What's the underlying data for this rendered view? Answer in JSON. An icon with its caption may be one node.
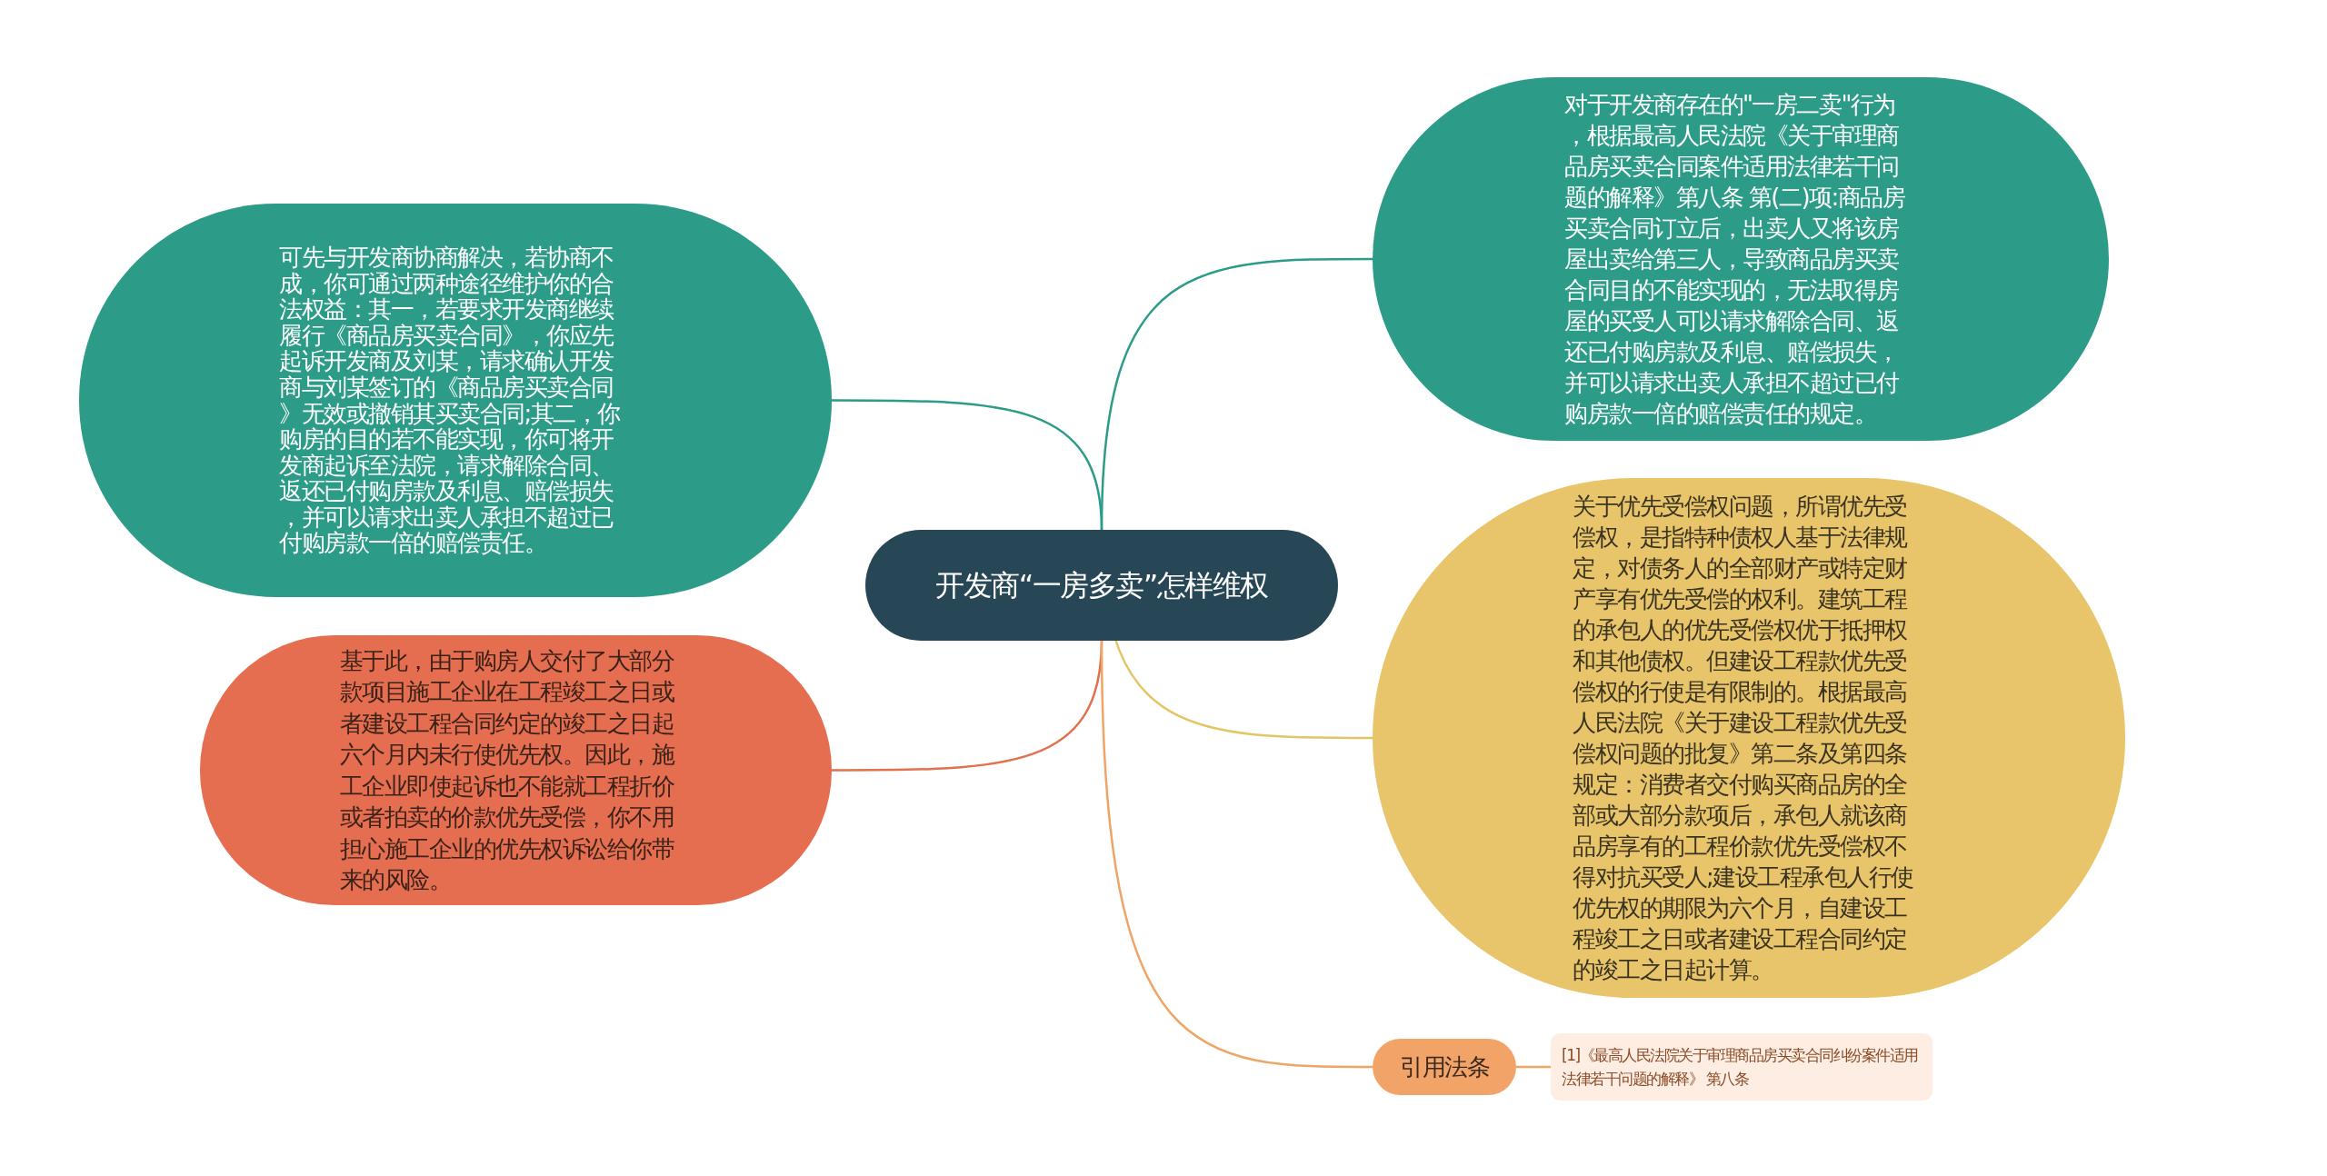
{
  "diagram": {
    "nodes": [
      {
        "text": [
          "开发商“一房多卖”怎样维权"
        ]
      },
      {
        "text": [
          "对于开发商存在的\"一房二卖\"行为，根据最高人民法院《关于审理商品房买卖合同案件适用法律若干问题的解释》第八条 第(二)项:商品房买卖合同订立后，出卖人又将该房屋出卖给第三人，导致商品房买卖合同目的不能实现的，无法取得房屋的买受人可以请求解除合同、返还已付购房款及利息、赔偿损失，并可以请求出卖人承担不超过已付购房款一倍的赔偿责任的规定。"
        ]
      },
      {
        "text": [
          "可先与开发商协商解决，若协商不成，你可通过两种途径维护你的合法权益：其一，若要求开发商继续履行《商品房买卖合同》，你应先起诉开发商及刘某，请求确认开发商与刘某签订的《商品房买卖合同》无效或撤销其买卖合同;其二，你购房的目的若不能实现，你可将开发商起诉至法院，请求解除合同、返还已付购房款及利息、赔偿损失，并可以请求出卖人承担不超过已付购房款一倍的赔偿责任。"
        ]
      },
      {
        "text": [
          "关于优先受偿权问题，所谓优先受偿权，是指特种债权人基于法律规定，对债务人的全部财产或特定财产享有优先受偿的权利。建筑工程的承包人的优先受偿权优于抵押权和其他债权。但建设工程款优先受偿权的行使是有限制的。根据最高人民法院《关于建设工程款优先受偿权问题的批复》第二条及第四条规定：消费者交付购买商品房的全部或大部分款项后，承包人就该商品房享有的工程价款优先受偿权不得对抗买受人;建设工程承包人行使优先权的期限为六个月，自建设工程竣工之日或者建设工程合同约定的竣工之日起计算。"
        ]
      },
      {
        "text": [
          "基于此，由于购房人交付了大部分款项目施工企业在工程竣工之日或者建设工程合同约定的竣工之日起六个月内未行使优先权。因此，施工企业即使起诉也不能就工程折价或者拍卖的价款优先受偿，你不用担心施工企业的优先权诉讼给你带来的风险。"
        ]
      },
      {
        "text": [
          "引用法条"
        ]
      },
      {
        "text": [
          "[1]《最高人民法院关于审理商品房买卖合同纠纷案件适用法律若干问题的解释》 第八条"
        ]
      }
    ],
    "edges": [
      {
        "from": 0,
        "to": 1,
        "arrow": "none"
      },
      {
        "from": 0,
        "to": 2,
        "arrow": "none"
      },
      {
        "from": 0,
        "to": 3,
        "arrow": "none",
        "color": "#e3c566"
      },
      {
        "from": 0,
        "to": 4,
        "arrow": "none",
        "color": "#e3704f"
      },
      {
        "from": 0,
        "to": 5,
        "arrow": "none",
        "color": "#eea565"
      },
      {
        "from": 5,
        "to": 6,
        "arrow": "none",
        "color": "#eea565"
      }
    ]
  }
}
